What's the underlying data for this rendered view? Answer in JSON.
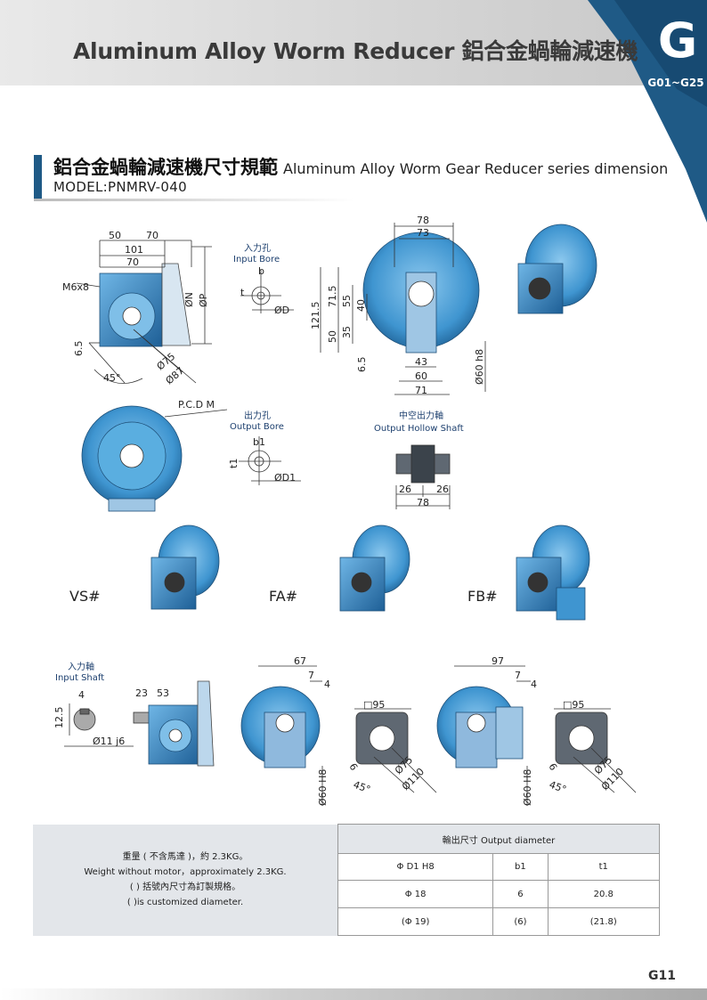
{
  "header": {
    "title": "Aluminum Alloy Worm Reducer 鋁合金蝸輪減速機",
    "tab_letter": "G",
    "tab_range": "G01~G25"
  },
  "section": {
    "title_zh": "鋁合金蝸輪減速機尺寸規範",
    "title_en": "Aluminum Alloy Worm Gear Reducer series dimension",
    "model": "MODEL:PNMRV-040"
  },
  "labels": {
    "input_bore_zh": "入力孔",
    "input_bore_en": "Input Bore",
    "output_bore_zh": "出力孔",
    "output_bore_en": "Output Bore",
    "hollow_zh": "中空出力軸",
    "hollow_en": "Output Hollow Shaft",
    "input_shaft_zh": "入力軸",
    "input_shaft_en": "Input Shaft",
    "pcd": "P.C.D M",
    "m6x8": "M6x8"
  },
  "dims": {
    "d50": "50",
    "d70": "70",
    "d101": "101",
    "d70b": "70",
    "phiN": "ØN",
    "phiP": "ØP",
    "d65": "6.5",
    "a45": "45°",
    "phi75": "Ø75",
    "phi87": "Ø87",
    "b": "b",
    "t": "t",
    "phiD": "ØD",
    "d78": "78",
    "d73": "73",
    "d1215": "121.5",
    "d715": "71.5",
    "d55": "55",
    "d40": "40",
    "d50b": "50",
    "d35": "35",
    "d65b": "6.5",
    "d43": "43",
    "d60": "60",
    "d71": "71",
    "phi60h8": "Ø60 h8",
    "b1": "b1",
    "t1": "t1",
    "phiD1": "ØD1",
    "d26a": "26",
    "d26b": "26",
    "d78b": "78",
    "d4": "4",
    "d125": "12.5",
    "d23": "23",
    "d53": "53",
    "phi11": "Ø11 j6",
    "d67": "67",
    "d7": "7",
    "d4b": "4",
    "sq95": "□95",
    "d6": "6",
    "phi75b": "Ø75",
    "phi110": "Ø110",
    "a45b": "45°",
    "phi60H8": "Ø60 H8",
    "d97": "97",
    "d7b": "7",
    "d4c": "4",
    "sq95b": "□95",
    "d6b": "6",
    "phi75c": "Ø75",
    "phi110b": "Ø110",
    "a45c": "45°",
    "phi60H8b": "Ø60 H8"
  },
  "variants": {
    "vs": "VS#",
    "fa": "FA#",
    "fb": "FB#"
  },
  "notes": {
    "line1": "重量 ( 不含馬達 )，約 2.3KG。",
    "line2": "Weight without motor，approximately 2.3KG.",
    "line3": "( ) 括號內尺寸為訂製規格。",
    "line4": "( )is customized diameter."
  },
  "table": {
    "header": "輸出尺寸 Output diameter",
    "columns": [
      "Φ D1 H8",
      "b1",
      "t1"
    ],
    "rows": [
      [
        "Φ 18",
        "6",
        "20.8"
      ],
      [
        "(Φ 19)",
        "(6)",
        "(21.8)"
      ]
    ]
  },
  "footer": {
    "page": "G11"
  },
  "colors": {
    "accent": "#1f5a86",
    "part_blue": "#3f95d0"
  }
}
